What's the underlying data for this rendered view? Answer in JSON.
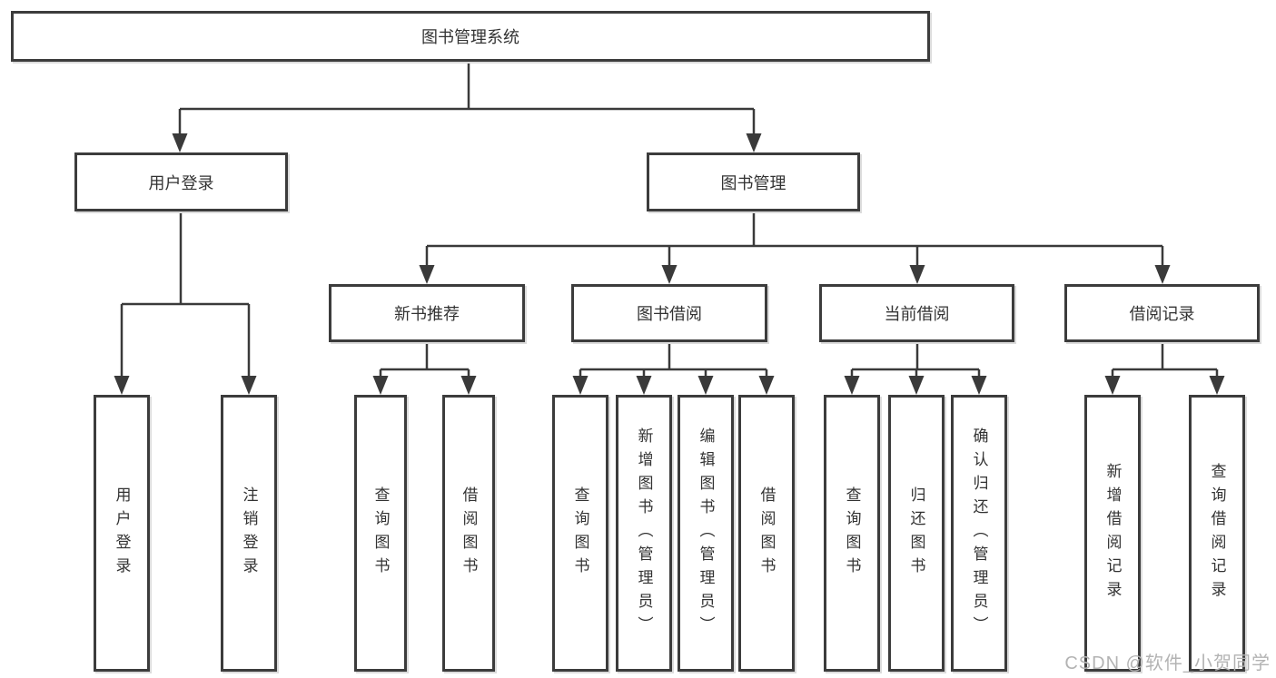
{
  "watermark": "CSDN @软件_小贺同学",
  "colors": {
    "box_border": "#3c3c3c",
    "connector": "#3a3a3a",
    "text": "#333333",
    "background": "#ffffff",
    "watermark": "#b3b3b3"
  },
  "diagram": {
    "root": {
      "label": "图书管理系统"
    },
    "user_login": {
      "label": "用户登录",
      "children": [
        {
          "label": "用户登录"
        },
        {
          "label": "注销登录"
        }
      ]
    },
    "book_mgmt": {
      "label": "图书管理",
      "children": [
        {
          "label": "新书推荐",
          "children": [
            {
              "label": "查询图书"
            },
            {
              "label": "借阅图书"
            }
          ]
        },
        {
          "label": "图书借阅",
          "children": [
            {
              "label": "查询图书"
            },
            {
              "label": "新增图书（管理员）"
            },
            {
              "label": "编辑图书（管理员）"
            },
            {
              "label": "借阅图书"
            }
          ]
        },
        {
          "label": "当前借阅",
          "children": [
            {
              "label": "查询图书"
            },
            {
              "label": "归还图书"
            },
            {
              "label": "确认归还（管理员）"
            }
          ]
        },
        {
          "label": "借阅记录",
          "children": [
            {
              "label": "新增借阅记录"
            },
            {
              "label": "查询借阅记录"
            }
          ]
        }
      ]
    }
  }
}
